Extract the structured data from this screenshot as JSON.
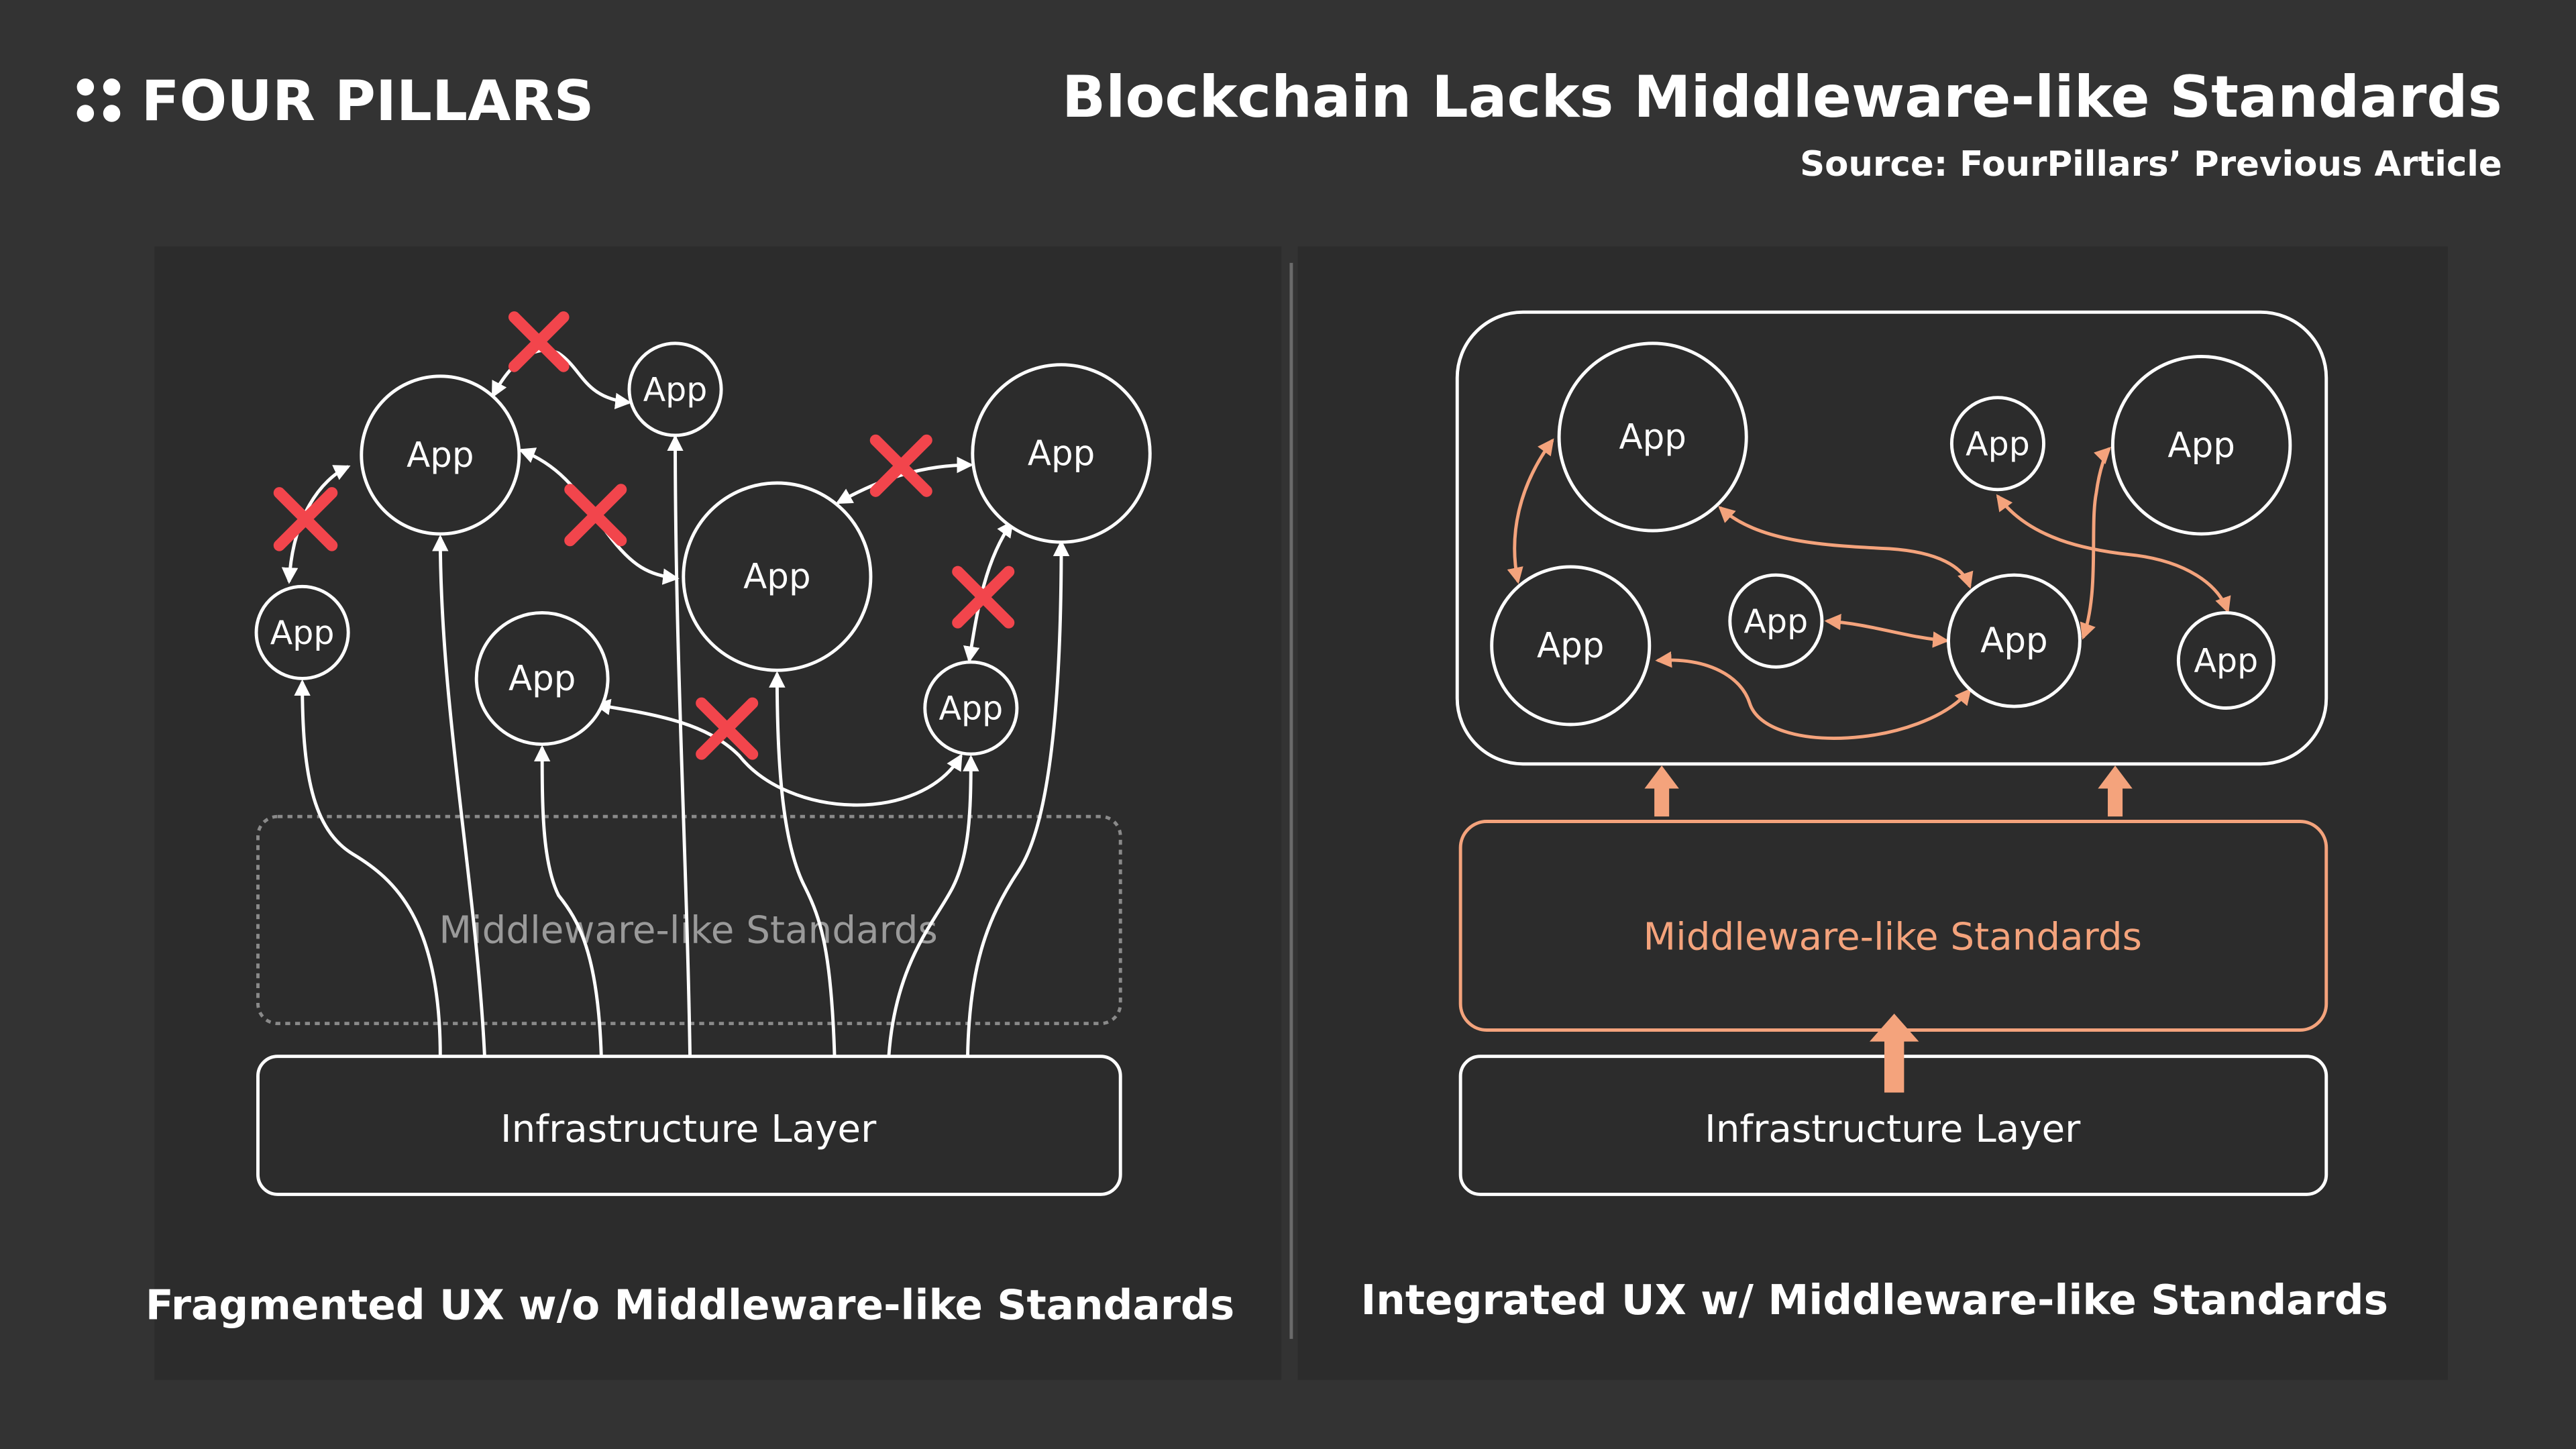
{
  "brand": {
    "name": "FOUR PILLARS",
    "logo_icon": "four-dots-icon"
  },
  "header": {
    "title": "Blockchain Lacks Middleware-like Standards",
    "source": "Source: FourPillars’ Previous Article"
  },
  "colors": {
    "background": "#333333",
    "panel": "#2c2c2c",
    "line": "#ffffff",
    "accent": "#f4a37c",
    "cross": "#f2454c",
    "dashed": "#8a8a8a"
  },
  "left_panel": {
    "caption": "Fragmented UX w/o Middleware-like Standards",
    "app_label": "App",
    "middleware_label": "Middleware-like Standards",
    "infrastructure_label": "Infrastructure Layer"
  },
  "right_panel": {
    "caption": "Integrated UX w/ Middleware-like Standards",
    "app_label": "App",
    "middleware_label": "Middleware-like Standards",
    "infrastructure_label": "Infrastructure Layer"
  }
}
